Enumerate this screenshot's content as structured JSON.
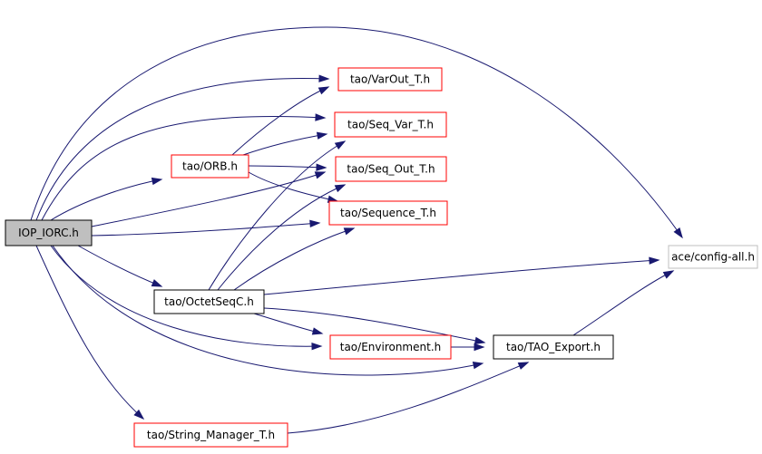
{
  "diagram": {
    "colors": {
      "edge": "#191970",
      "root_fill": "#bfbfbf",
      "root_stroke": "#000000",
      "linked_stroke": "#ff0000",
      "plain_stroke": "#000000",
      "external_stroke": "#bfbfbf",
      "text": "#000000"
    },
    "nodes": {
      "iop_iorc": {
        "label": "IOP_IORC.h",
        "kind": "root"
      },
      "orb": {
        "label": "tao/ORB.h",
        "kind": "linked"
      },
      "varout": {
        "label": "tao/VarOut_T.h",
        "kind": "linked"
      },
      "seq_var": {
        "label": "tao/Seq_Var_T.h",
        "kind": "linked"
      },
      "seq_out": {
        "label": "tao/Seq_Out_T.h",
        "kind": "linked"
      },
      "sequence": {
        "label": "tao/Sequence_T.h",
        "kind": "linked"
      },
      "config_all": {
        "label": "ace/config-all.h",
        "kind": "external"
      },
      "octetseqc": {
        "label": "tao/OctetSeqC.h",
        "kind": "plain"
      },
      "environment": {
        "label": "tao/Environment.h",
        "kind": "linked"
      },
      "tao_export": {
        "label": "tao/TAO_Export.h",
        "kind": "plain"
      },
      "string_manager": {
        "label": "tao/String_Manager_T.h",
        "kind": "linked"
      }
    },
    "edges": [
      {
        "from": "iop_iorc",
        "to": "orb"
      },
      {
        "from": "iop_iorc",
        "to": "varout"
      },
      {
        "from": "iop_iorc",
        "to": "seq_var"
      },
      {
        "from": "iop_iorc",
        "to": "seq_out"
      },
      {
        "from": "iop_iorc",
        "to": "sequence"
      },
      {
        "from": "iop_iorc",
        "to": "config_all"
      },
      {
        "from": "iop_iorc",
        "to": "octetseqc"
      },
      {
        "from": "iop_iorc",
        "to": "environment"
      },
      {
        "from": "iop_iorc",
        "to": "tao_export"
      },
      {
        "from": "iop_iorc",
        "to": "string_manager"
      },
      {
        "from": "orb",
        "to": "varout"
      },
      {
        "from": "orb",
        "to": "seq_var"
      },
      {
        "from": "orb",
        "to": "seq_out"
      },
      {
        "from": "orb",
        "to": "sequence"
      },
      {
        "from": "octetseqc",
        "to": "seq_var"
      },
      {
        "from": "octetseqc",
        "to": "seq_out"
      },
      {
        "from": "octetseqc",
        "to": "sequence"
      },
      {
        "from": "octetseqc",
        "to": "config_all"
      },
      {
        "from": "octetseqc",
        "to": "environment"
      },
      {
        "from": "octetseqc",
        "to": "tao_export"
      },
      {
        "from": "environment",
        "to": "tao_export"
      },
      {
        "from": "tao_export",
        "to": "config_all"
      },
      {
        "from": "string_manager",
        "to": "tao_export"
      }
    ]
  }
}
